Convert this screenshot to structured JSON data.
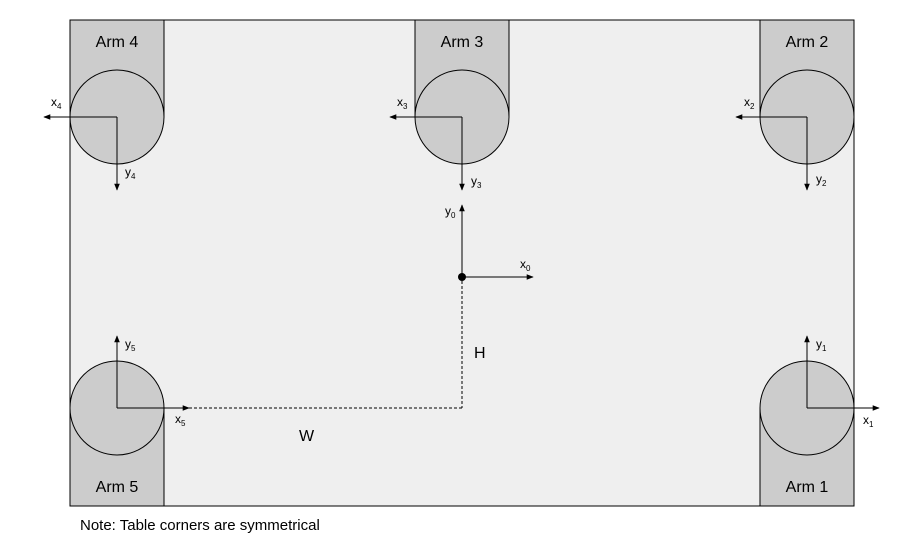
{
  "arms": [
    {
      "label": "Arm 1",
      "x_axis": "x",
      "x_sub": "1",
      "y_axis": "y",
      "y_sub": "1"
    },
    {
      "label": "Arm 2",
      "x_axis": "x",
      "x_sub": "2",
      "y_axis": "y",
      "y_sub": "2"
    },
    {
      "label": "Arm 3",
      "x_axis": "x",
      "x_sub": "3",
      "y_axis": "y",
      "y_sub": "3"
    },
    {
      "label": "Arm 4",
      "x_axis": "x",
      "x_sub": "4",
      "y_axis": "y",
      "y_sub": "4"
    },
    {
      "label": "Arm 5",
      "x_axis": "x",
      "x_sub": "5",
      "y_axis": "y",
      "y_sub": "5"
    }
  ],
  "origin": {
    "x_axis": "x",
    "x_sub": "0",
    "y_axis": "y",
    "y_sub": "0"
  },
  "dimensions": {
    "width_label": "W",
    "height_label": "H"
  },
  "note": "Note: Table corners are symmetrical",
  "colors": {
    "table_fill": "#efefef",
    "arm_fill": "#cccccc",
    "stroke": "#000000"
  }
}
